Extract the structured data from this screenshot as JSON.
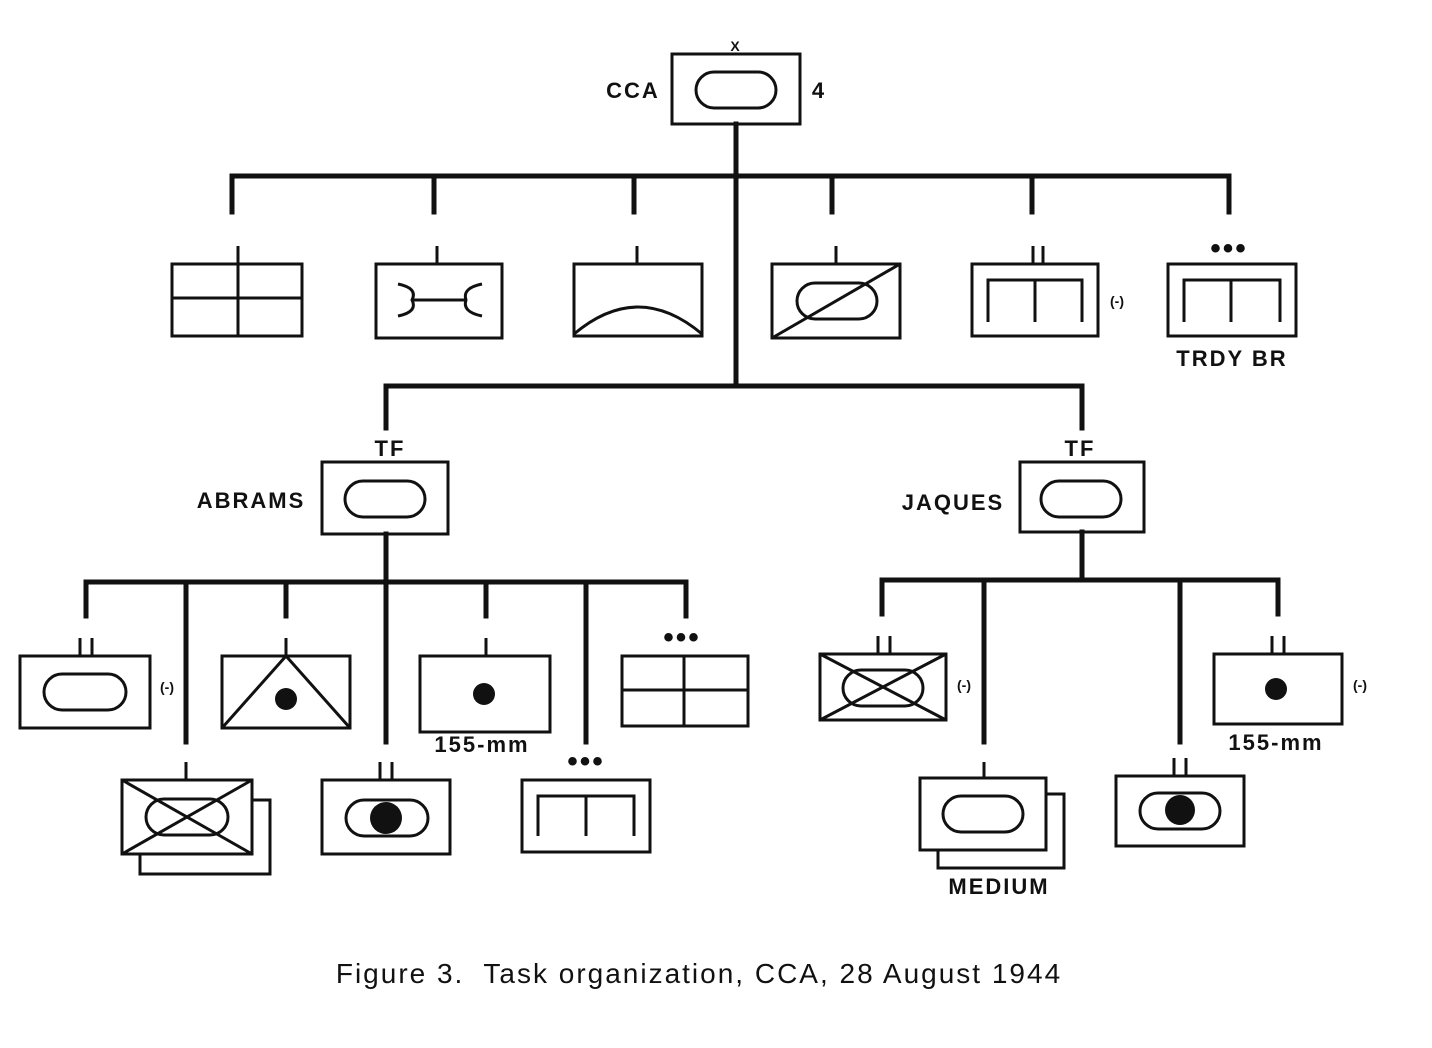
{
  "figure": {
    "caption": "Figure 3.  Task organization, CCA, 28 August 1944",
    "hq": {
      "label": "CCA",
      "echelon_mark": "X",
      "parent_designation": "4",
      "symbol": "armor-brigade-icon"
    },
    "direct_units": [
      {
        "symbol": "medical-unit-icon"
      },
      {
        "symbol": "maintenance-unit-icon"
      },
      {
        "symbol": "supply-unit-icon"
      },
      {
        "symbol": "armored-cavalry-icon"
      },
      {
        "symbol": "engineer-battalion-icon",
        "modifier": "(-)"
      },
      {
        "symbol": "treadway-bridge-icon",
        "echelon_mark": "•••",
        "label": "TRDY  BR"
      }
    ],
    "task_forces": [
      {
        "prefix": "TF",
        "name": "ABRAMS",
        "units": [
          {
            "symbol": "tank-company-icon",
            "modifier": "(-)"
          },
          {
            "symbol": "armored-cavalry-double-icon"
          },
          {
            "symbol": "airborne-artillery-icon"
          },
          {
            "symbol": "armored-infantry-battalion-icon"
          },
          {
            "symbol": "artillery-battery-icon",
            "label": "155-mm"
          },
          {
            "symbol": "engineer-platoon-icon",
            "echelon_mark": "•••"
          },
          {
            "symbol": "medical-platoon-icon",
            "echelon_mark": "•••"
          }
        ]
      },
      {
        "prefix": "TF",
        "name": "JAQUES",
        "units": [
          {
            "symbol": "armored-cavalry-icon",
            "modifier": "(-)"
          },
          {
            "symbol": "medium-tank-icon",
            "label": "MEDIUM"
          },
          {
            "symbol": "armored-infantry-battalion-icon"
          },
          {
            "symbol": "artillery-battalion-icon",
            "label": "155-mm",
            "modifier": "(-)"
          }
        ]
      }
    ]
  }
}
